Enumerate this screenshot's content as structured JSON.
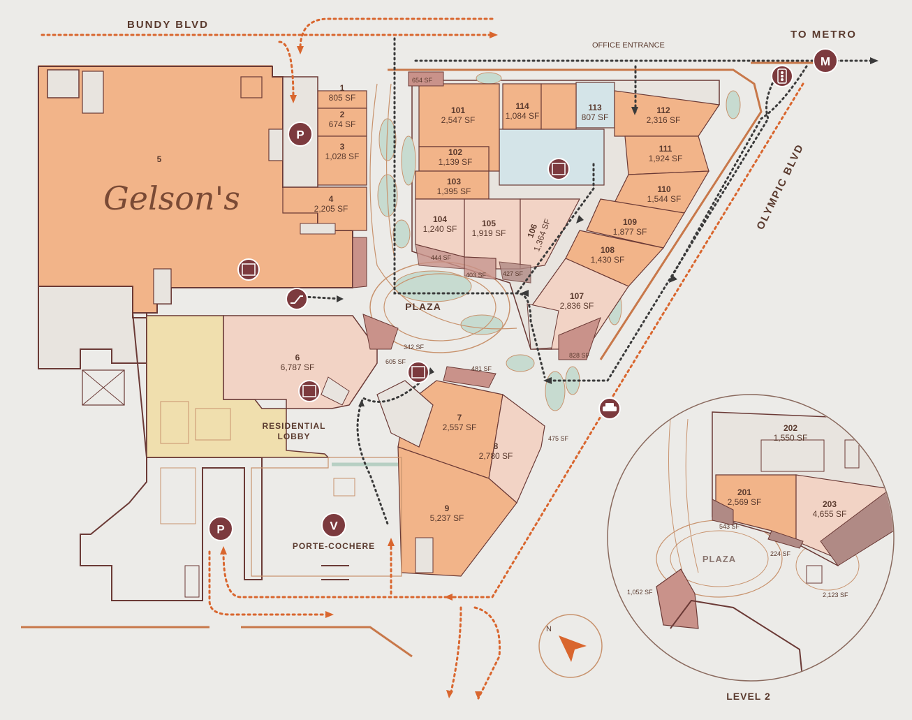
{
  "streets": {
    "bundy": "BUNDY BLVD",
    "olympic": "OLYMPIC BLVD",
    "to_metro": "TO METRO",
    "office_entrance": "OFFICE ENTRANCE"
  },
  "areas": {
    "plaza": "PLAZA",
    "residential": "RESIDENTIAL",
    "lobby": "LOBBY",
    "porte_cochere": "PORTE-COCHERE",
    "gelsons": "Gelson's",
    "level2": "LEVEL 2",
    "plaza_l2": "PLAZA"
  },
  "markers": {
    "parking": "P",
    "valet": "V",
    "metro": "M",
    "north": "N"
  },
  "units": [
    {
      "num": "5",
      "sf": ""
    },
    {
      "num": "1",
      "sf": "805 SF"
    },
    {
      "num": "2",
      "sf": "674 SF"
    },
    {
      "num": "3",
      "sf": "1,028 SF"
    },
    {
      "num": "4",
      "sf": "2,205 SF"
    },
    {
      "num": "6",
      "sf": "6,787 SF"
    },
    {
      "num": "7",
      "sf": "2,557 SF"
    },
    {
      "num": "8",
      "sf": "2,780 SF"
    },
    {
      "num": "9",
      "sf": "5,237 SF"
    },
    {
      "num": "101",
      "sf": "2,547 SF"
    },
    {
      "num": "102",
      "sf": "1,139 SF"
    },
    {
      "num": "103",
      "sf": "1,395 SF"
    },
    {
      "num": "104",
      "sf": "1,240 SF"
    },
    {
      "num": "105",
      "sf": "1,919 SF"
    },
    {
      "num": "106",
      "sf": "1,364 SF"
    },
    {
      "num": "107",
      "sf": "2,836 SF"
    },
    {
      "num": "108",
      "sf": "1,430 SF"
    },
    {
      "num": "109",
      "sf": "1,877 SF"
    },
    {
      "num": "110",
      "sf": "1,544 SF"
    },
    {
      "num": "111",
      "sf": "1,924 SF"
    },
    {
      "num": "112",
      "sf": "2,316 SF"
    },
    {
      "num": "113",
      "sf": "807 SF"
    },
    {
      "num": "114",
      "sf": "1,084 SF"
    },
    {
      "num": "201",
      "sf": "2,569 SF"
    },
    {
      "num": "202",
      "sf": "1,550 SF"
    },
    {
      "num": "203",
      "sf": "4,655 SF"
    }
  ],
  "small_spaces": [
    "654 SF",
    "444 SF",
    "403 SF",
    "427 SF",
    "342 SF",
    "605 SF",
    "481 SF",
    "475 SF",
    "828 SF",
    "543 SF",
    "224 SF",
    "2,123 SF",
    "1,052 SF"
  ],
  "colors": {
    "background": "#ecebe8",
    "retail_dark": "#f2b489",
    "retail_light": "#f2d3c5",
    "residential": "#f0dfae",
    "office_core": "#d4e4e8",
    "route_pedestrian": "#3a3a3a",
    "route_vehicle": "#d9662e",
    "marker": "#7c3a3e",
    "text": "#5a3a2e"
  }
}
